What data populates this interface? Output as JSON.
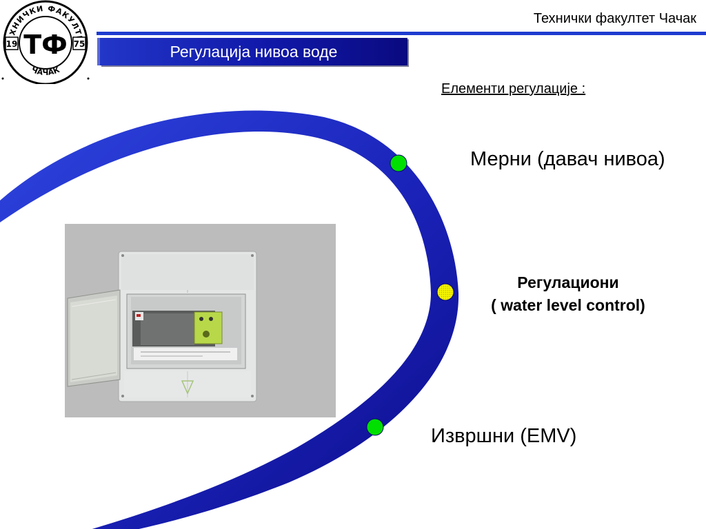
{
  "logo": {
    "ring_text_top": "ТЕХНИЧКИ ФАКУЛТЕТ",
    "ring_text_bottom": "ЧАЧАК",
    "year_left": "19",
    "year_right": "75",
    "monogram": "ТФ"
  },
  "header": {
    "institution": "Технички факултет Чачак",
    "title": "Регулација нивоа воде",
    "accent_color": "#1e3cd0"
  },
  "content": {
    "section_heading": "Елементи регулације :",
    "items": [
      {
        "label_1": "Мерни (давач нивоа)",
        "bullet_color": "#00e000"
      },
      {
        "label_1": "Регулациони",
        "label_2": "( water level control)",
        "bullet_color": "#f0f000"
      },
      {
        "label_1": "Извршни (EMV)",
        "bullet_color": "#00e000"
      }
    ]
  },
  "photo": {
    "subject": "wall-mounted electrical enclosure with level controller, door open"
  }
}
